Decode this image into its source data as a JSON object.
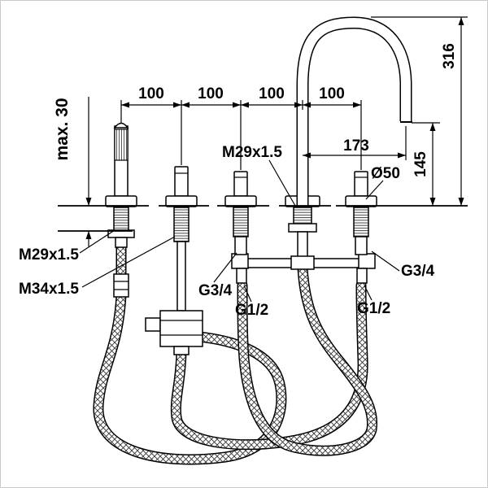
{
  "drawing": {
    "colors": {
      "line": "#000000",
      "background": "#ffffff"
    },
    "labels": {
      "max_deck": "max. 30",
      "spacing_1": "100",
      "spacing_2": "100",
      "spacing_3": "100",
      "spacing_4": "100",
      "height": "316",
      "reach": "173",
      "outlet_height": "145",
      "thread_spout": "M29x1.5",
      "thread_hand_shower": "M29x1.5",
      "thread_valve": "M34x1.5",
      "g34_left": "G3/4",
      "g12_left": "G1/2",
      "diameter": "Ø50",
      "g34_right": "G3/4",
      "g12_right": "G1/2"
    }
  }
}
